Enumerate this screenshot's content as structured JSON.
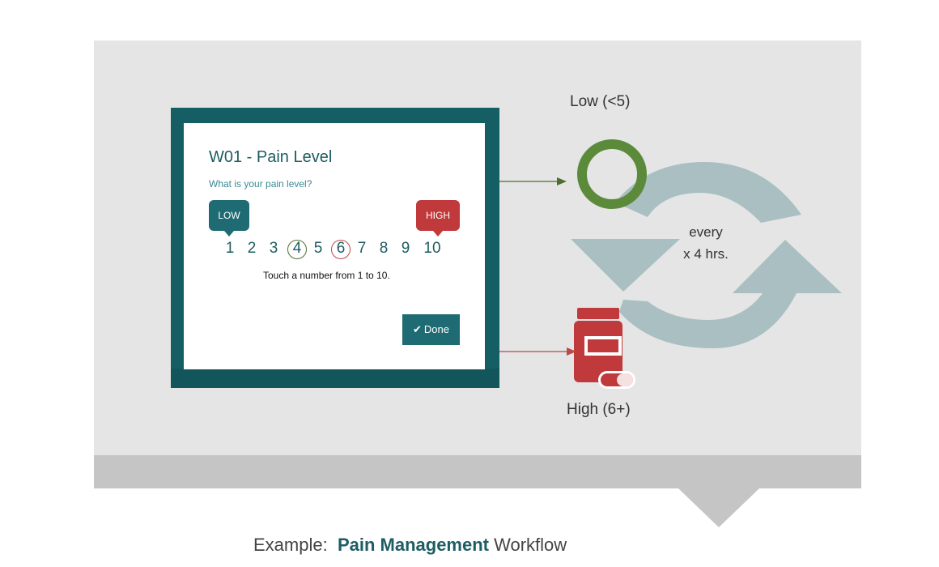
{
  "card": {
    "title": "W01 - Pain Level",
    "question": "What is your pain level?",
    "low_label": "LOW",
    "high_label": "HIGH",
    "scale": [
      "1",
      "2",
      "3",
      "4",
      "5",
      "6",
      "7",
      "8",
      "9",
      "10"
    ],
    "instruction": "Touch a number from 1 to 10.",
    "done_label": "Done"
  },
  "outcomes": {
    "low": "Low (<5)",
    "high": "High (6+)"
  },
  "cycle": {
    "line1": "every",
    "line2": "x 4 hrs."
  },
  "caption": {
    "prefix": "Example:",
    "emphasis": "Pain Management",
    "suffix": "Workflow"
  },
  "colors": {
    "teal": "#155e63",
    "low_ring": "#5b8a3a",
    "high_red": "#c0393b",
    "cycle_arrows": "#a9bfc2"
  },
  "icons": {
    "low": "ring-icon",
    "high": "medicine-bottle-icon",
    "cycle": "refresh-cycle-icon",
    "done": "checkmark-icon"
  }
}
